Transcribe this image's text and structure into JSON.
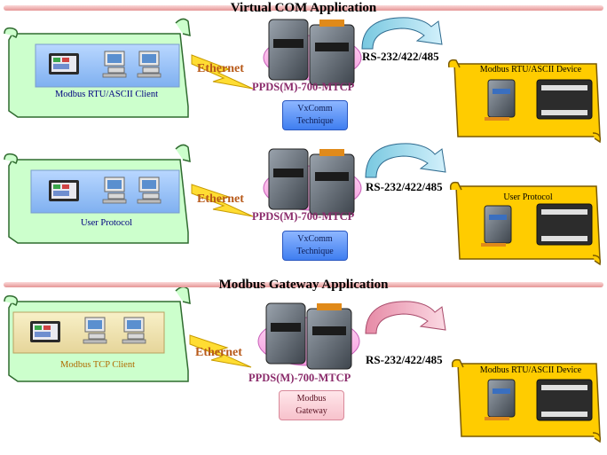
{
  "sections": {
    "virtual_com_title": "Virtual COM Application",
    "modbus_gateway_title": "Modbus Gateway Application"
  },
  "rows": [
    {
      "client_label": "Modbus RTU/ASCII Client",
      "ethernet_label": "Ethernet",
      "model_label": "PPDS(M)-700-MTCP",
      "serial_label": "RS-232/422/485",
      "technique_label": "VxComm\nTechnique",
      "device_label": "Modbus RTU/ASCII Device"
    },
    {
      "client_label": "User Protocol",
      "ethernet_label": "Ethernet",
      "model_label": "PPDS(M)-700-MTCP",
      "serial_label": "RS-232/422/485",
      "technique_label": "VxComm\nTechnique",
      "device_label": "User Protocol"
    },
    {
      "client_label": "Modbus TCP Client",
      "ethernet_label": "Ethernet",
      "model_label": "PPDS(M)-700-MTCP",
      "serial_label": "RS-232/422/485",
      "technique_label": "Modbus\nGateway",
      "device_label": "Modbus RTU/ASCII Device"
    }
  ],
  "colors": {
    "scroll_fill": "#ccffcc",
    "scroll_border": "#2f6b2f",
    "device_scroll_fill": "#ffcc00",
    "lightning": "#ffdd33",
    "arrow_blue": "#a8dcf0",
    "arrow_pink": "#f5b4c6"
  }
}
